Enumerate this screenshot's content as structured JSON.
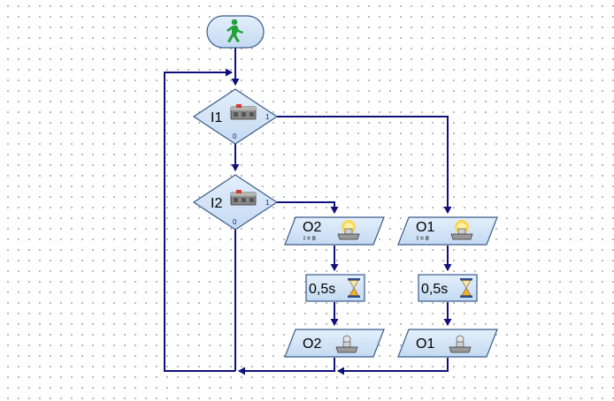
{
  "colors": {
    "wire": "#10107a",
    "shape_fill": "#cfe3f7",
    "shape_stroke": "#3b5b8c",
    "start_fill": "#cfe3f7",
    "man_green": "#22a03a"
  },
  "start": {
    "icon": "green-man-icon"
  },
  "branches": [
    {
      "input": "I1",
      "true_label": "1",
      "false_label": "0",
      "icon": "pushbutton-icon"
    },
    {
      "input": "I2",
      "true_label": "1",
      "false_label": "0",
      "icon": "pushbutton-icon"
    }
  ],
  "outputs_on": [
    {
      "label": "O2",
      "intensity": "I = 8",
      "icon": "lamp-on-icon"
    },
    {
      "label": "O1",
      "intensity": "I = 8",
      "icon": "lamp-on-icon"
    }
  ],
  "waits": [
    {
      "label": "0,5s",
      "icon": "hourglass-icon"
    },
    {
      "label": "0,5s",
      "icon": "hourglass-icon"
    }
  ],
  "outputs_off": [
    {
      "label": "O2",
      "icon": "lamp-off-icon"
    },
    {
      "label": "O1",
      "icon": "lamp-off-icon"
    }
  ]
}
